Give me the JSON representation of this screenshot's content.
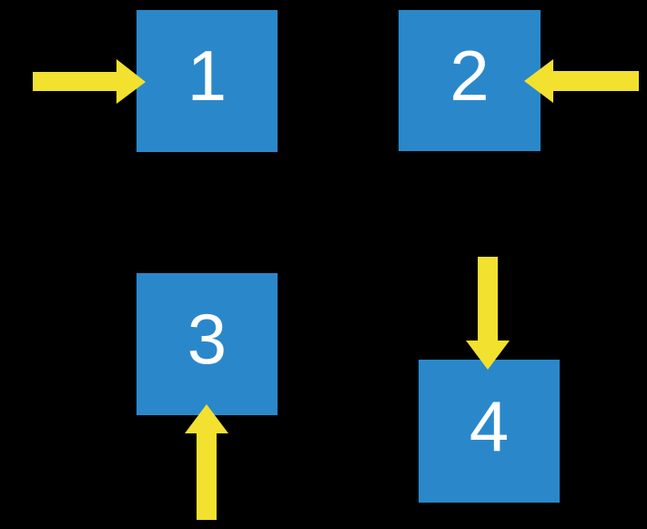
{
  "diagram": {
    "background_color": "#000000",
    "boxes": [
      {
        "label": "1",
        "position": "top-left",
        "arrow": {
          "direction": "right",
          "points_at": "left side of box 1",
          "color": "#F2E12E"
        }
      },
      {
        "label": "2",
        "position": "top-right",
        "arrow": {
          "direction": "left",
          "points_at": "right side of box 2",
          "color": "#F2E12E"
        }
      },
      {
        "label": "3",
        "position": "bottom-left",
        "arrow": {
          "direction": "up",
          "points_at": "bottom of box 3",
          "color": "#F2E12E"
        }
      },
      {
        "label": "4",
        "position": "bottom-right",
        "arrow": {
          "direction": "down",
          "points_at": "top of box 4",
          "color": "#F2E12E"
        }
      }
    ],
    "colors": {
      "box_fill": "#2A88CA",
      "arrow_fill": "#F2E12E",
      "number_color": "#FFFFFF",
      "background": "#000000"
    }
  }
}
